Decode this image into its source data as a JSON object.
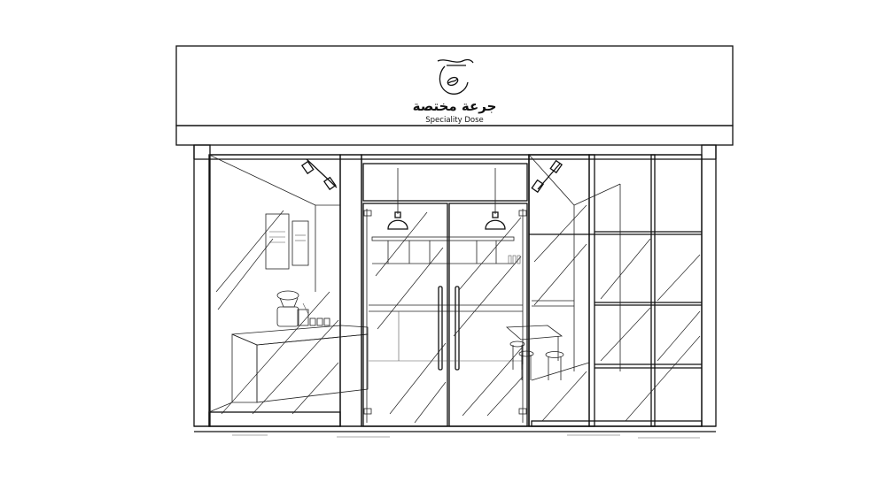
{
  "sign": {
    "arabic_name": "جرعة مختصة",
    "english_name": "Speciality Dose"
  },
  "icons": {
    "logo": "cup-with-coffee-bean-logo",
    "lamps": "pendant-lamp",
    "spots": "track-spotlight"
  }
}
